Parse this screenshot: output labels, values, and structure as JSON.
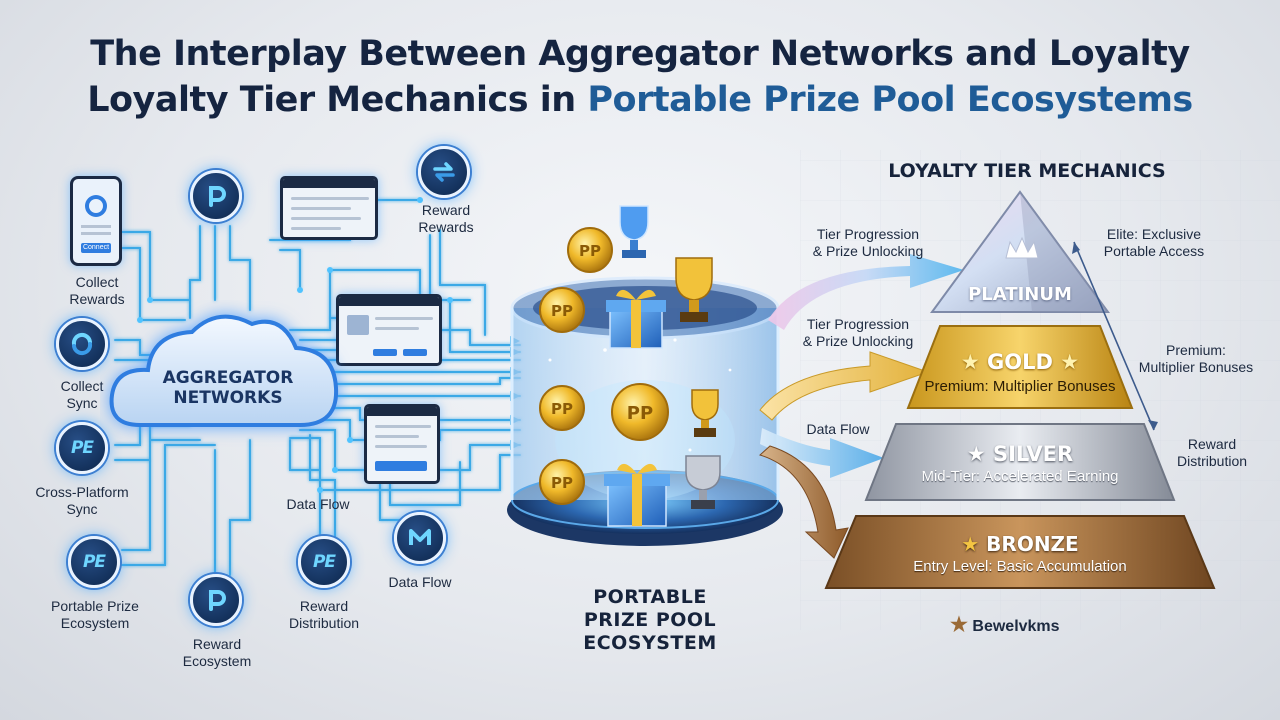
{
  "title": {
    "line1": "The Interplay Between Aggregator Networks and Loyalty",
    "line2_plain": "Loyalty Tier Mechanics in ",
    "line2_highlight": "Portable Prize Pool Ecosystems"
  },
  "left_network": {
    "cloud_label_line1": "AGGREGATOR",
    "cloud_label_line2": "NETWORKS",
    "nodes": [
      {
        "label_line1": "Collect",
        "label_line2": "Rewards",
        "icon": "phone-icon"
      },
      {
        "label_line1": "Collect",
        "label_line2": "Sync",
        "icon": "sync-logo-icon"
      },
      {
        "label_line1": "Cross-Platform",
        "label_line2": "Sync",
        "icon": "pe-logo-icon",
        "icon_text": "PE"
      },
      {
        "label_line1": "Portable Prize",
        "label_line2": "Ecosystem",
        "icon": "pe-logo-icon",
        "icon_text": "PE"
      },
      {
        "label_line1": "Reward",
        "label_line2": "Ecosystem",
        "icon": "p-logo-icon"
      },
      {
        "label_line1": "Reward",
        "label_line2": "Distribution",
        "icon": "pe-logo-icon",
        "icon_text": "PE"
      },
      {
        "label_line1": "Data Flow",
        "label_line2": "",
        "icon": "m-logo-icon"
      },
      {
        "label_line1": "Reward",
        "label_line2": "Rewards",
        "icon": "swap-logo-icon"
      }
    ],
    "data_flow_label": "Data Flow",
    "phone_button": "Connect"
  },
  "pool": {
    "title_line1": "PORTABLE",
    "title_line2": "PRIZE POOL",
    "title_line3": "ECOSYSTEM",
    "coin_text": "PP"
  },
  "flows": {
    "arrow1_line1": "Tier Progression",
    "arrow1_line2": "& Prize Unlocking",
    "arrow2_line1": "Tier Progression",
    "arrow2_line2": "& Prize Unlocking",
    "arrow3": "Data Flow"
  },
  "loyalty": {
    "heading": "LOYALTY TIER MECHANICS",
    "tiers": [
      {
        "name": "PLATINUM",
        "subtitle": ""
      },
      {
        "name": "GOLD",
        "subtitle": "Premium: Multiplier Bonuses"
      },
      {
        "name": "SILVER",
        "subtitle": "Mid-Tier: Accelerated Earning"
      },
      {
        "name": "BRONZE",
        "subtitle": "Entry Level: Basic Accumulation"
      }
    ],
    "side_notes": [
      {
        "line1": "Elite: Exclusive",
        "line2": "Portable Access"
      },
      {
        "line1": "Premium:",
        "line2": "Multiplier Bonuses"
      },
      {
        "line1": "Reward",
        "line2": "Distribution"
      }
    ],
    "legend": "Bewelvkms"
  },
  "colors": {
    "title": "#152440",
    "title_highlight": "#1f5c97",
    "platinum": "#c9cfe0",
    "gold": "#d7a72f",
    "silver": "#a9aeb8",
    "bronze": "#9a6a36",
    "network_line": "#3aa9e6"
  }
}
